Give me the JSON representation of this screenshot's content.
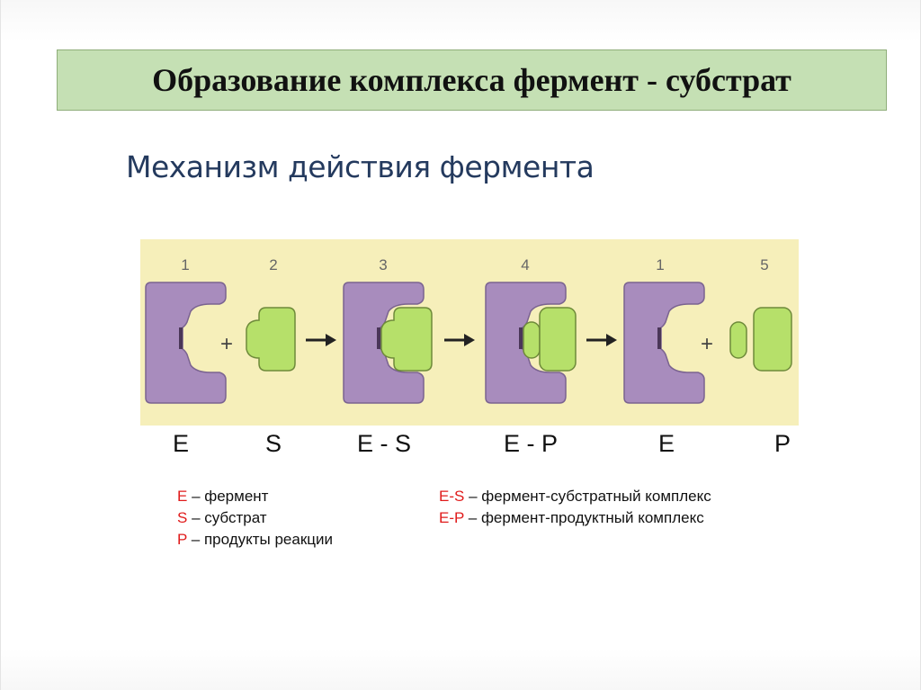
{
  "title": "Образование комплекса фермент - субстрат",
  "subtitle": "Механизм действия фермента",
  "diagram": {
    "numbers": [
      "1",
      "2",
      "3",
      "4",
      "1",
      "5"
    ],
    "plus": "+",
    "arrow": "→",
    "colors": {
      "panel": "#f6efba",
      "enzyme": "#a88cbd",
      "enzyme_dark": "#6b4f80",
      "substrate": "#b6e06a",
      "substrate_edge": "#6e8a3a"
    }
  },
  "stage_labels": [
    "E",
    "S",
    "E - S",
    "E - P",
    "E",
    "P"
  ],
  "legend": [
    {
      "symbol": "E",
      "text": " – фермент"
    },
    {
      "symbol": "S",
      "text": " – субстрат"
    },
    {
      "symbol": "P",
      "text": " – продукты реакции"
    },
    {
      "symbol": "E-S",
      "text": " – фермент-субстратный комплекс"
    },
    {
      "symbol": "E-P",
      "text": " – фермент-продуктный комплекс"
    }
  ]
}
